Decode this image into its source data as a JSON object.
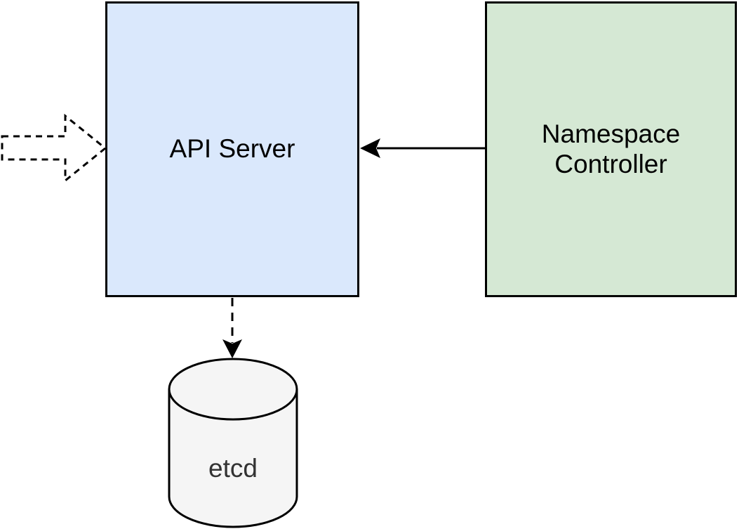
{
  "diagram": {
    "background": "#ffffff",
    "nodes": {
      "api_server": {
        "label": "API Server",
        "shape": "rectangle",
        "fill": "#dae8fc",
        "border_color": "#000000",
        "text_color": "#000000"
      },
      "namespace_controller": {
        "label": "Namespace\nController",
        "shape": "rectangle",
        "fill": "#d5e8d4",
        "border_color": "#000000",
        "text_color": "#000000"
      },
      "etcd": {
        "label": "etcd",
        "shape": "cylinder",
        "fill": "#f5f5f5",
        "border_color": "#000000",
        "text_color": "#333333"
      }
    },
    "edges": [
      {
        "name": "namespace-controller-to-api-server",
        "from": "namespace_controller",
        "to": "api_server",
        "line_style": "solid",
        "arrowhead": "filled-classic",
        "color": "#000000"
      },
      {
        "name": "api-server-to-etcd",
        "from": "api_server",
        "to": "etcd",
        "line_style": "dashed",
        "arrowhead": "filled-classic",
        "color": "#000000"
      },
      {
        "name": "external-request-to-api-server",
        "from": "external",
        "to": "api_server",
        "line_style": "dashed",
        "arrowhead": "block-arrow-outline",
        "color": "#000000"
      }
    ]
  }
}
